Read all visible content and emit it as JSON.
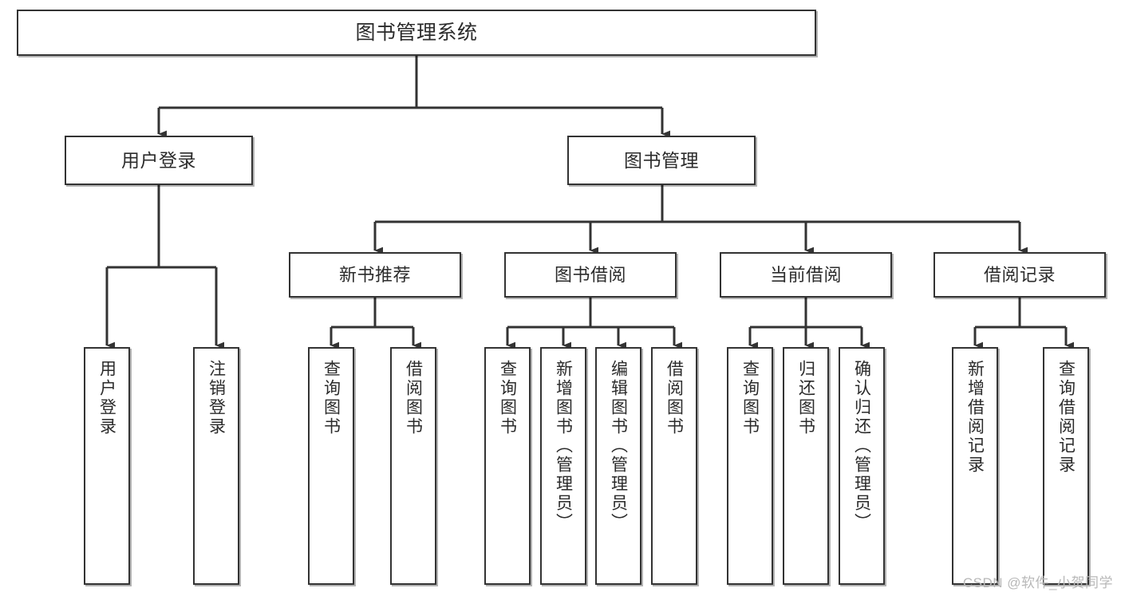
{
  "diagram": {
    "title": "图书管理系统",
    "type": "tree-hierarchy-diagram",
    "watermark": "CSDN @软件_小贺同学",
    "colors": {
      "box_border": "#333333",
      "box_fill": "#ffffff",
      "text": "#2b2b2b",
      "connector": "#333333",
      "watermark": "#b8b8b8"
    },
    "nodes": {
      "root": {
        "label": "图书管理系统"
      },
      "level1": [
        {
          "id": "user-login",
          "label": "用户登录"
        },
        {
          "id": "book-management",
          "label": "图书管理"
        }
      ],
      "level2": [
        {
          "id": "new-book-recommend",
          "label": "新书推荐"
        },
        {
          "id": "book-borrow",
          "label": "图书借阅"
        },
        {
          "id": "current-borrow",
          "label": "当前借阅"
        },
        {
          "id": "borrow-record",
          "label": "借阅记录"
        }
      ],
      "leaves": {
        "user_login": [
          {
            "id": "leaf-user-login",
            "label": "用户登录"
          },
          {
            "id": "leaf-logout",
            "label": "注销登录"
          }
        ],
        "new_book_recommend": [
          {
            "id": "leaf-query-book-1",
            "label": "查询图书"
          },
          {
            "id": "leaf-borrow-book-1",
            "label": "借阅图书"
          }
        ],
        "book_borrow": [
          {
            "id": "leaf-query-book-2",
            "label": "查询图书"
          },
          {
            "id": "leaf-add-book",
            "label": "新增图书（管理员）"
          },
          {
            "id": "leaf-edit-book",
            "label": "编辑图书（管理员）"
          },
          {
            "id": "leaf-borrow-book-2",
            "label": "借阅图书"
          }
        ],
        "current_borrow": [
          {
            "id": "leaf-query-book-3",
            "label": "查询图书"
          },
          {
            "id": "leaf-return-book",
            "label": "归还图书"
          },
          {
            "id": "leaf-confirm-return",
            "label": "确认归还（管理员）"
          }
        ],
        "borrow_record": [
          {
            "id": "leaf-add-record",
            "label": "新增借阅记录"
          },
          {
            "id": "leaf-query-record",
            "label": "查询借阅记录"
          }
        ]
      }
    }
  }
}
